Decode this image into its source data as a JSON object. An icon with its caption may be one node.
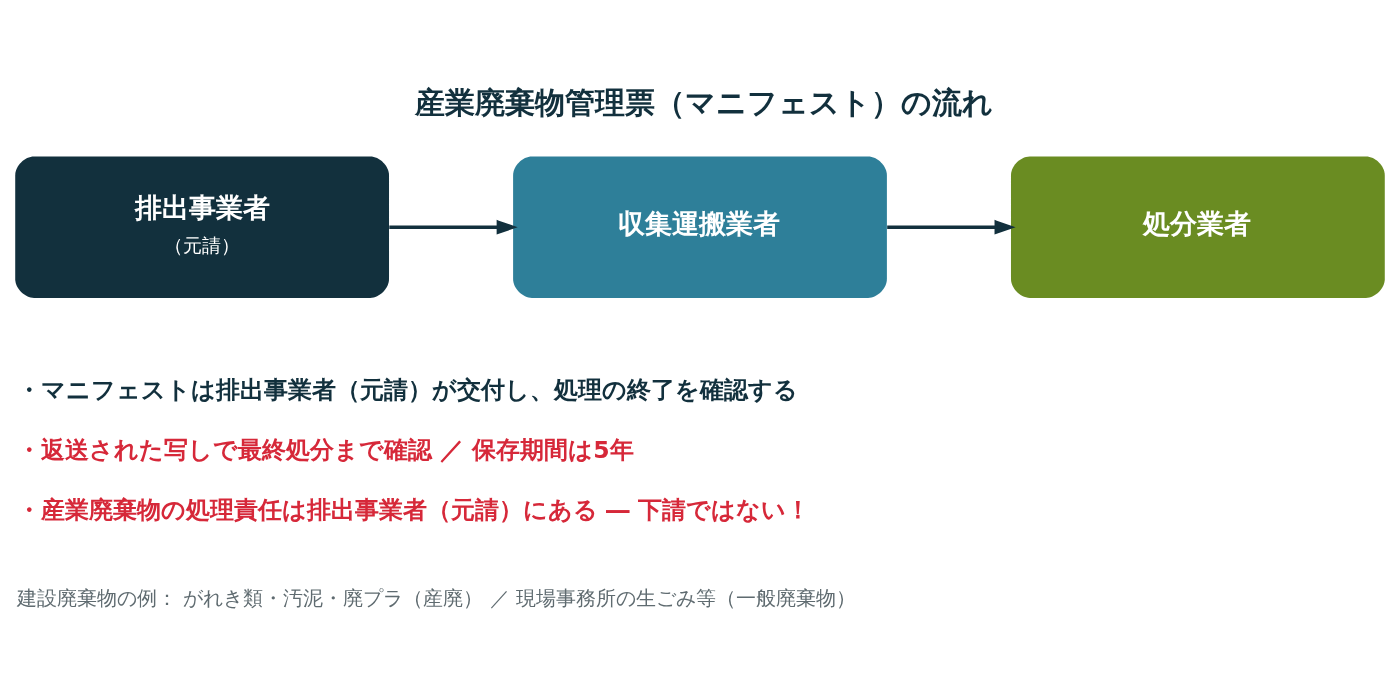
{
  "diagram": {
    "title": "産業廃棄物管理票（マニフェスト）の流れ",
    "nodes": [
      {
        "text": [
          "排出事業者",
          "（元請）"
        ]
      },
      {
        "text": [
          "収集運搬業者"
        ]
      },
      {
        "text": [
          "処分業者"
        ]
      }
    ],
    "edges": [
      {
        "from": 0,
        "to": 1,
        "arrow": "to"
      },
      {
        "from": 1,
        "to": 2,
        "arrow": "to"
      }
    ],
    "labels": [
      "・マニフェストは排出事業者（元請）が交付し、処理の終了を確認する",
      "・返送された写しで最終処分まで確認 ／ 保存期間は5年",
      "・産業廃棄物の処理責任は排出事業者（元請）にある ― 下請ではない！",
      "建設廃棄物の例： がれき類・汚泥・廃プラ（産廃） ／ 現場事務所の生ごみ等（一般廃棄物）"
    ]
  }
}
